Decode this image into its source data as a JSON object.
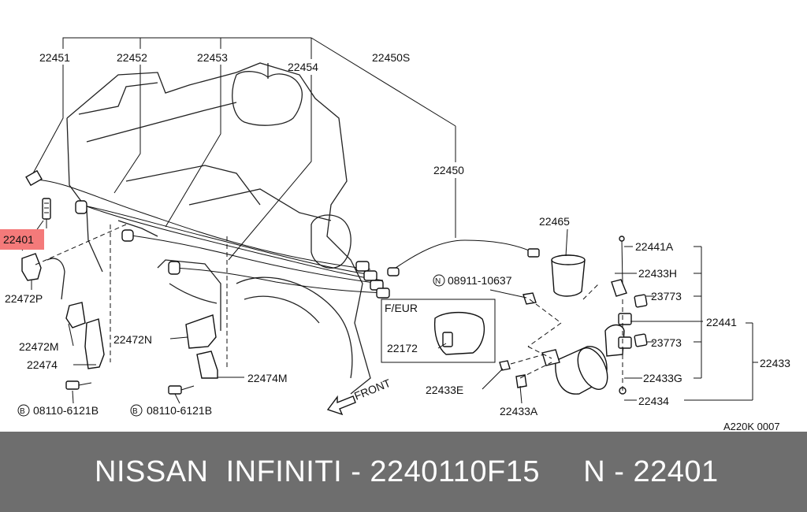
{
  "diagram": {
    "labels": {
      "p22451": "22451",
      "p22452": "22452",
      "p22453": "22453",
      "p22454": "22454",
      "p22450S": "22450S",
      "p22450": "22450",
      "p22401": "22401",
      "p22472P": "22472P",
      "p22472M": "22472M",
      "p22474": "22474",
      "p22472N": "22472N",
      "p22474M": "22474M",
      "p22465": "22465",
      "p08911": "08911-10637",
      "p08911_prefix": "N",
      "feur": "F/EUR",
      "p22172": "22172",
      "p22441A": "22441A",
      "p22433H": "22433H",
      "p23773a": "23773",
      "p22441": "22441",
      "p23773b": "23773",
      "p22433": "22433",
      "p22433G": "22433G",
      "p22434": "22434",
      "p22433E": "22433E",
      "p22433A": "22433A",
      "bolt1_prefix": "B",
      "bolt1": "08110-6121B",
      "bolt2_prefix": "B",
      "bolt2": "08110-6121B",
      "front": "FRONT",
      "ref": "A220K 0007"
    },
    "highlight_color": "#f47a7a"
  },
  "footer": {
    "caption": "NISSAN  INFINITI - 2240110F15     N - 22401"
  }
}
